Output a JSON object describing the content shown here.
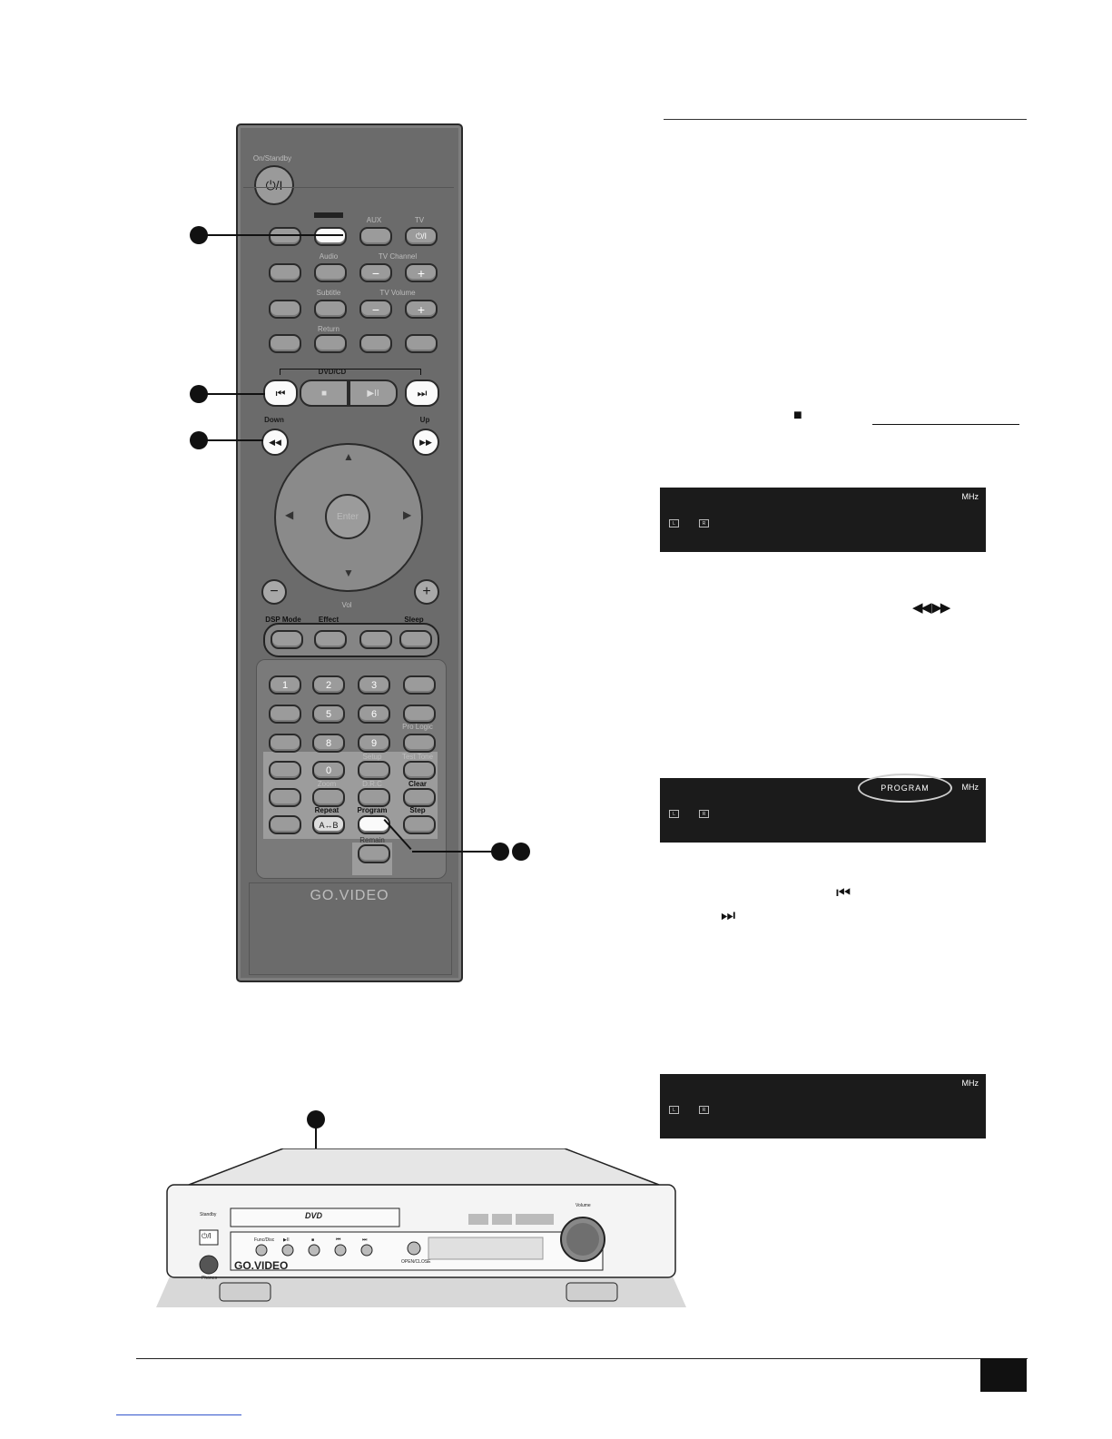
{
  "remote": {
    "power": {
      "label": "On/Standby",
      "icon": "power-icon",
      "glyph": "⏻/I"
    },
    "row1_labels": [
      "",
      "",
      "AUX",
      "TV"
    ],
    "row1_glyph_tv": "⏻/I",
    "row2_labels": [
      "",
      "Audio"
    ],
    "tv_channel": {
      "label": "TV Channel",
      "minus": "−",
      "plus": "+"
    },
    "row3_labels": [
      "",
      "Subtitle"
    ],
    "tv_volume": {
      "label": "TV Volume",
      "minus": "−",
      "plus": "+"
    },
    "row4_labels": [
      "",
      "Return",
      "",
      ""
    ],
    "dvdcd_label": "DVD/CD",
    "transport": {
      "prev": "⏮",
      "stop": "■",
      "play": "▶II",
      "next": "⏭"
    },
    "down_label": "Down",
    "up_label": "Up",
    "rew": "◀◀",
    "ffw": "▶▶",
    "enter_label": "Enter",
    "nav": {
      "up": "▲",
      "down": "▼",
      "left": "◀",
      "right": "▶"
    },
    "volume": {
      "label": "Vol",
      "minus": "−",
      "plus": "+"
    },
    "mode_labels": [
      "DSP Mode",
      "Effect",
      "",
      "Sleep"
    ],
    "keypad": {
      "row1": [
        "1",
        "2",
        "3",
        ""
      ],
      "row2": [
        "",
        "5",
        "6",
        ""
      ],
      "row3": [
        "",
        "8",
        "9",
        ""
      ],
      "row3_label": "Pro Logic",
      "row4": [
        "",
        "0",
        "",
        ""
      ],
      "row4_labels": [
        "Setup",
        "Test Tone"
      ],
      "row5_labels": [
        "Zoom",
        "D.R.C",
        "Clear"
      ],
      "row6_labels": [
        "Repeat",
        "Program",
        "Step"
      ],
      "repeat_ab": "A↔B",
      "remain_label": "Remain"
    },
    "brand": "GO.VIDEO"
  },
  "displays": [
    {
      "unit": "MHz",
      "channels": [
        "L",
        "R"
      ],
      "badge": ""
    },
    {
      "unit": "MHz",
      "channels": [
        "L",
        "R"
      ],
      "badge": "PROGRAM"
    },
    {
      "unit": "MHz",
      "channels": [
        "L",
        "R"
      ],
      "badge": ""
    }
  ],
  "inline_symbols": {
    "stop": "■",
    "rew_ffw": "◀◀  ▶▶",
    "prev": "⏮",
    "next": "⏭"
  },
  "player": {
    "brand": "GO.VIDEO",
    "standby_label": "Standby",
    "phones_label": "Phones",
    "volume_label": "Volume",
    "open_close_label": "OPEN/CLOSE",
    "power_glyph": "⏻/I",
    "disc_logo": "DVD",
    "buttons": [
      "Func/Disc",
      "▶II",
      "■",
      "⏮",
      "⏭"
    ]
  }
}
